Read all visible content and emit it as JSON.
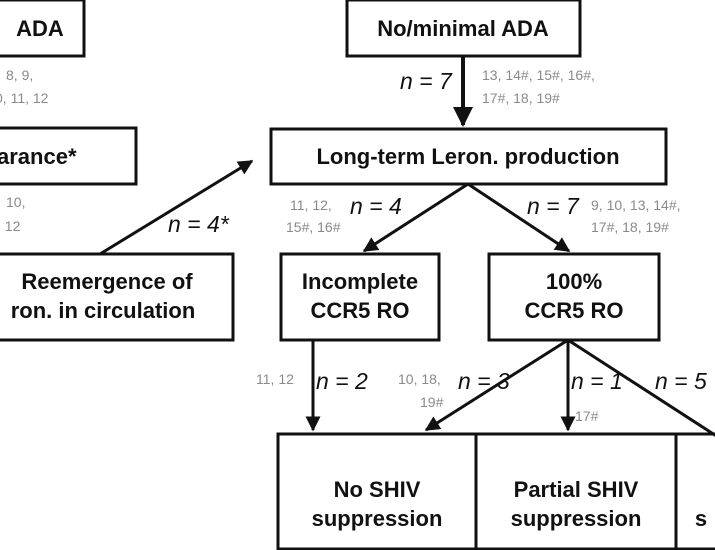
{
  "boxes": {
    "ada": "ADA",
    "no_minimal_ada": "No/minimal ADA",
    "clearance": "arance*",
    "long_term": "Long-term Leron. production",
    "reemergence_line1": "Reemergence of",
    "reemergence_line2": "ron. in circulation",
    "incomplete_line1": "Incomplete",
    "incomplete_line2": "CCR5 RO",
    "full_line1": "100%",
    "full_line2": "CCR5 RO",
    "no_shiv_line1": "No SHIV",
    "no_shiv_line2": "suppression",
    "partial_line1": "Partial SHIV",
    "partial_line2": "suppression",
    "cut_line2": "s"
  },
  "counts": {
    "no_minimal": "n = 7",
    "reemergence": "n = 4*",
    "incomplete": "n = 4",
    "full": "n = 7",
    "incomplete_to_no": "n = 2",
    "full_to_no": "n = 3",
    "full_to_partial": "n = 1",
    "full_to_complete": "n = 5"
  },
  "animal_ids": {
    "ada_line1": "8, 9,",
    "ada_line2": "0, 11, 12",
    "clearance_line1": "10,",
    "clearance_line2": ", 12",
    "no_minimal_line1": "13, 14#, 15#, 16#,",
    "no_minimal_line2": "17#, 18, 19#",
    "incomplete_line1": "11, 12,",
    "incomplete_line2": "15#, 16#",
    "full_line1": "9, 10, 13, 14#,",
    "full_line2": "17#, 18, 19#",
    "incomplete_to_no": "11, 12",
    "full_to_no_line1": "10, 18,",
    "full_to_no_line2": "19#",
    "full_to_partial": "17#"
  }
}
